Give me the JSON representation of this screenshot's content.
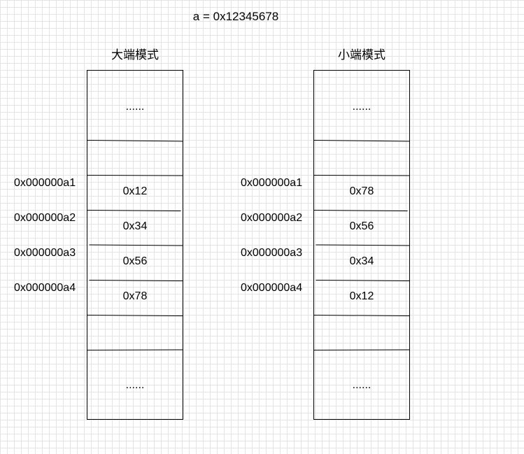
{
  "title": "a = 0x12345678",
  "addresses": [
    "0x000000a1",
    "0x000000a2",
    "0x000000a3",
    "0x000000a4"
  ],
  "big_endian": {
    "label": "大端模式",
    "top_ellipsis": "......",
    "bytes": [
      "0x12",
      "0x34",
      "0x56",
      "0x78"
    ],
    "bottom_ellipsis": "......"
  },
  "little_endian": {
    "label": "小端模式",
    "top_ellipsis": "......",
    "bytes": [
      "0x78",
      "0x56",
      "0x34",
      "0x12"
    ],
    "bottom_ellipsis": "......"
  },
  "colors": {
    "stroke": "#000000",
    "grid": "#e4e4e4",
    "background": "#ffffff"
  }
}
